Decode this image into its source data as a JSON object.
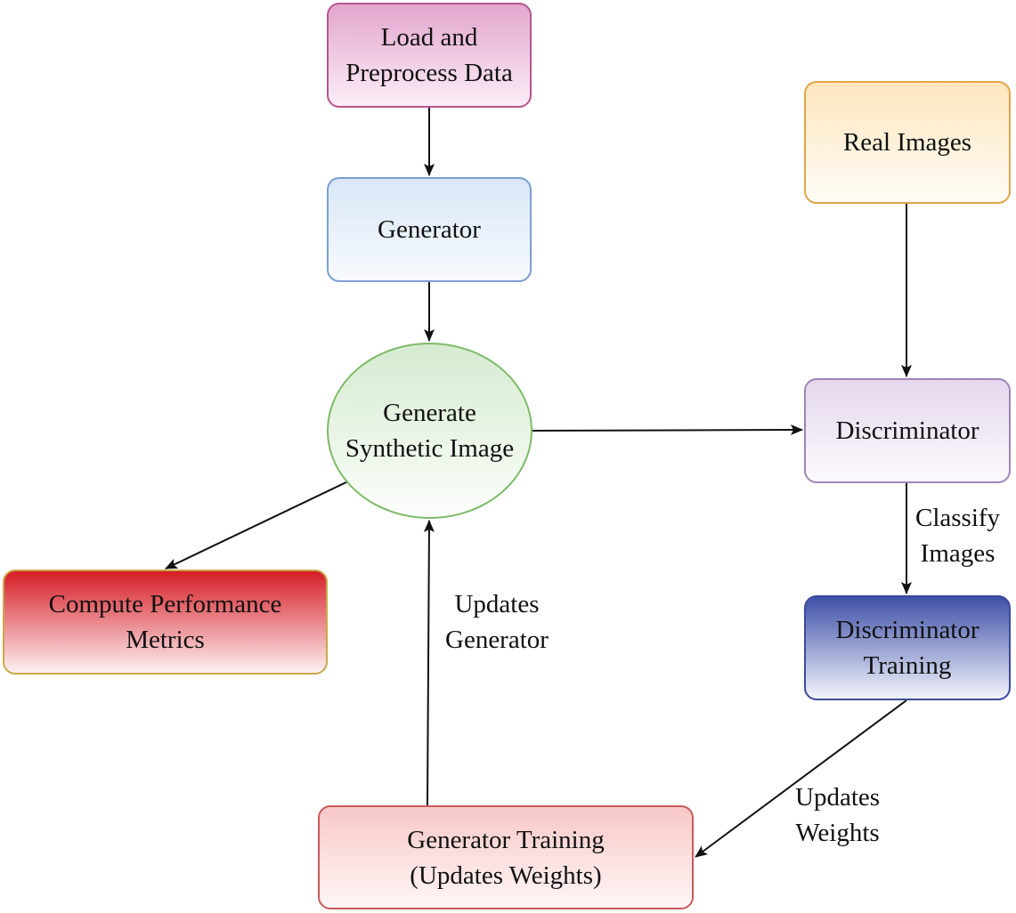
{
  "nodes": {
    "load": {
      "lines": [
        "Load and",
        "Preprocess Data"
      ]
    },
    "generator": {
      "lines": [
        "Generator"
      ]
    },
    "synthetic": {
      "lines": [
        "Generate",
        "Synthetic Image"
      ]
    },
    "real_images": {
      "lines": [
        "Real Images"
      ]
    },
    "discriminator": {
      "lines": [
        "Discriminator"
      ]
    },
    "discriminator_training": {
      "lines": [
        "Discriminator",
        "Training"
      ]
    },
    "metrics": {
      "lines": [
        "Compute Performance",
        "Metrics"
      ]
    },
    "generator_training": {
      "lines": [
        "Generator Training",
        "(Updates Weights)"
      ]
    }
  },
  "edge_labels": {
    "classify": [
      "Classify",
      "Images"
    ],
    "updates_generator": [
      "Updates",
      "Generator"
    ],
    "updates_weights": [
      "Updates",
      "Weights"
    ]
  },
  "colors": {
    "arrow": "#111111"
  }
}
